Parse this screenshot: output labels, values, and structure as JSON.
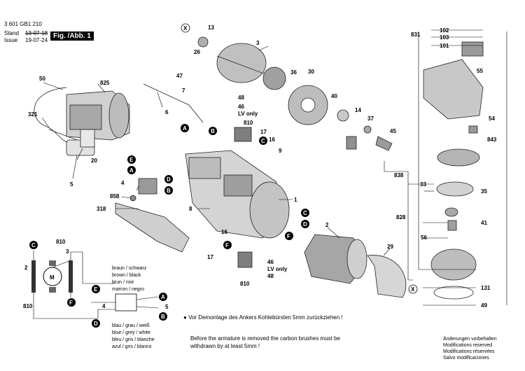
{
  "header": {
    "doc_number": "3 601 GB1 210",
    "stand_label": "Stand",
    "stand_value_struck": "13-07-18",
    "issue_label": "Issue",
    "issue_value": "19-07-24",
    "figure_label": "Fig. /Abb. 1"
  },
  "callouts": [
    "13",
    "26",
    "3",
    "36",
    "30",
    "40",
    "14",
    "37",
    "45",
    "47",
    "7",
    "48",
    "46",
    "50",
    "825",
    "6",
    "321",
    "810",
    "17",
    "16",
    "9",
    "20",
    "5",
    "4",
    "1",
    "858",
    "8",
    "318",
    "2",
    "29",
    "838",
    "33",
    "35",
    "828",
    "41",
    "56",
    "131",
    "49",
    "102",
    "103",
    "101",
    "831",
    "55",
    "54",
    "843"
  ],
  "lv_only": "LV only",
  "circle_letters": [
    "X",
    "A",
    "B",
    "C",
    "D",
    "E",
    "F"
  ],
  "wiring": {
    "colors_en": [
      "brown",
      "blue"
    ],
    "legend_brown": [
      "braun / schwarz",
      "brown / black",
      "brun / noir",
      "marron / negro"
    ],
    "legend_blue": [
      "blau / grau / weiß",
      "blue / grey / white",
      "bleu / gris / blanche",
      "azul / gris / blanco"
    ],
    "motor_label": "M",
    "numbers": [
      "810",
      "3",
      "2",
      "810",
      "4",
      "5"
    ]
  },
  "notes": {
    "de": "Vor Demontage des Ankers Kohlebürsten 5mm zurückziehen !",
    "en": "Before the armature is removed the carbon brushes must be withdrawn by at least 5mm !"
  },
  "footer_rights": [
    "Änderungen vorbehalten",
    "Modifications reserved",
    "Modifications réservées",
    "Salvo modificaciones"
  ],
  "colors": {
    "ink": "#000000",
    "housing": "#d8d8d8",
    "shade": "#9a9a9a"
  }
}
